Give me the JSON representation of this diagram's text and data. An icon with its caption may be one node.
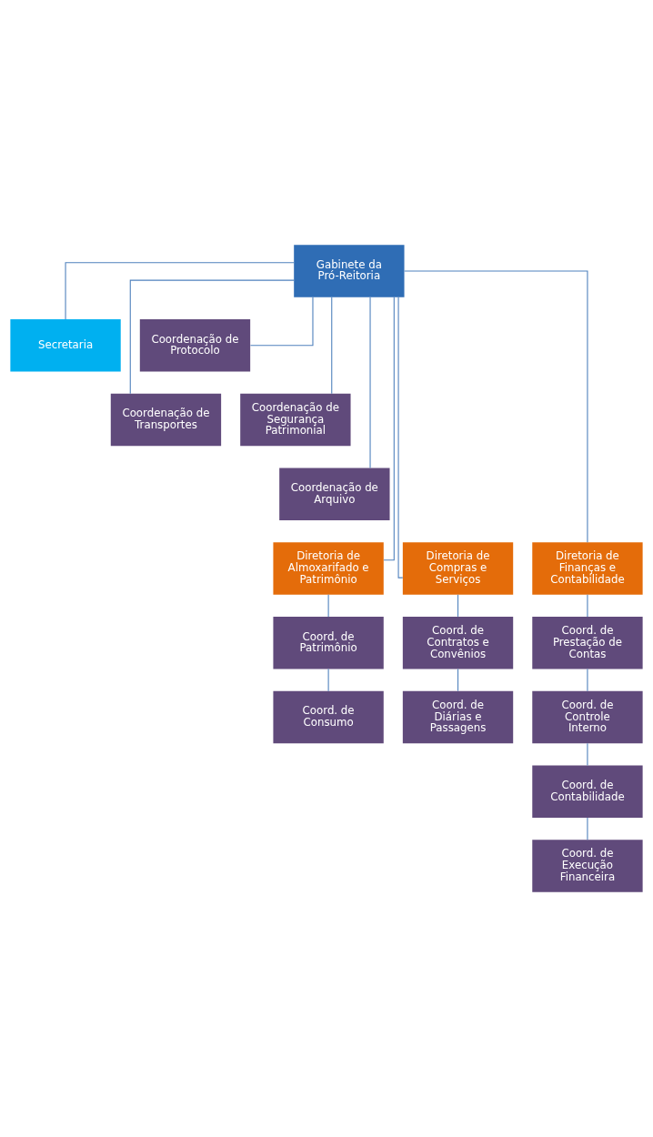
{
  "diagram": {
    "nodes": [
      {
        "text": [
          "Gabinete da Pró-Reitoria"
        ]
      },
      {
        "text": [
          "Secretaria"
        ]
      },
      {
        "text": [
          "Coordenação de Protocolo"
        ]
      },
      {
        "text": [
          "Coordenação de Transportes"
        ]
      },
      {
        "text": [
          "Coordenação de Segurança Patrimonial"
        ]
      },
      {
        "text": [
          "Coordenação de Arquivo"
        ]
      },
      {
        "text": [
          "Diretoria de Almoxarifado e Patrimônio"
        ]
      },
      {
        "text": [
          "Diretoria de Compras e Serviços"
        ]
      },
      {
        "text": [
          "Diretoria de Finanças e Contabilidade"
        ]
      },
      {
        "text": [
          "Coord. de Patrimônio"
        ]
      },
      {
        "text": [
          "Coord. de Consumo"
        ]
      },
      {
        "text": [
          "Coord. de Contratos e Convênios"
        ]
      },
      {
        "text": [
          "Coord. de Diárias e Passagens"
        ]
      },
      {
        "text": [
          "Coord. de Prestação de Contas"
        ]
      },
      {
        "text": [
          "Coord. de Controle Interno"
        ]
      },
      {
        "text": [
          "Coord. de Contabilidade"
        ]
      },
      {
        "text": [
          "Coord. de Execução Financeira"
        ]
      }
    ],
    "edges": [
      {
        "from": 0,
        "to": 1,
        "arrow": "none"
      },
      {
        "from": 0,
        "to": 2,
        "arrow": "none"
      },
      {
        "from": 0,
        "to": 3,
        "arrow": "none"
      },
      {
        "from": 0,
        "to": 4,
        "arrow": "none"
      },
      {
        "from": 0,
        "to": 5,
        "arrow": "none"
      },
      {
        "from": 0,
        "to": 6,
        "arrow": "none"
      },
      {
        "from": 0,
        "to": 7,
        "arrow": "none"
      },
      {
        "from": 0,
        "to": 8,
        "arrow": "none"
      },
      {
        "from": 6,
        "to": 9,
        "arrow": "none"
      },
      {
        "from": 9,
        "to": 10,
        "arrow": "none"
      },
      {
        "from": 7,
        "to": 11,
        "arrow": "none"
      },
      {
        "from": 11,
        "to": 12,
        "arrow": "none"
      },
      {
        "from": 8,
        "to": 13,
        "arrow": "none"
      },
      {
        "from": 13,
        "to": 14,
        "arrow": "none"
      },
      {
        "from": 14,
        "to": 15,
        "arrow": "none"
      },
      {
        "from": 15,
        "to": 16,
        "arrow": "none"
      }
    ]
  }
}
